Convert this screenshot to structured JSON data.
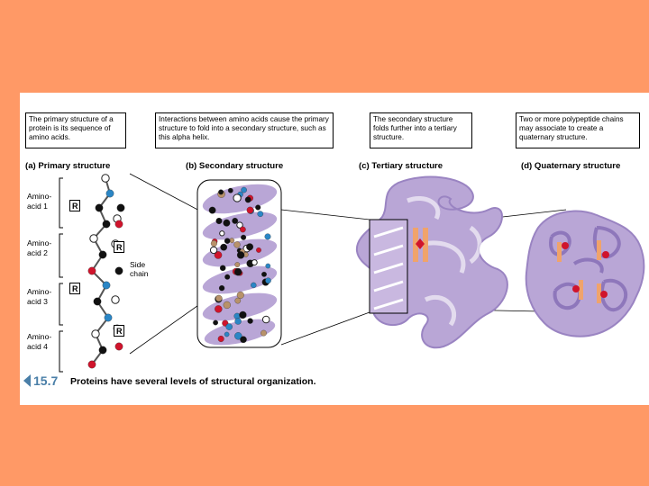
{
  "boxes": {
    "a": "The primary structure of a protein is its sequence of amino acids.",
    "b": "Interactions between amino acids cause the primary structure to fold into a secondary structure, such as this alpha helix.",
    "c": "The secondary structure folds further into a tertiary structure.",
    "d": "Two or more polypeptide chains may associate to create a quaternary structure."
  },
  "headings": {
    "a": "(a)  Primary structure",
    "b": "(b)  Secondary structure",
    "c": "(c)  Tertiary structure",
    "d": "(d)  Quaternary structure"
  },
  "amino_labels": [
    "Amino-\nacid 1",
    "Amino-\nacid 2",
    "Amino-\nacid 3",
    "Amino-\nacid 4"
  ],
  "r_label": "R",
  "side_chain_label": "Side\nchain",
  "figure_number": "15.7",
  "caption": "Proteins have several levels of structural organization.",
  "colors": {
    "background": "#FF9966",
    "protein": "#b9a6d6",
    "protein_dark": "#9a84c2",
    "accent": "#4a7fa8",
    "atom_red": "#d0142c",
    "atom_blue": "#2b86c5",
    "atom_tan": "#b8926a"
  }
}
